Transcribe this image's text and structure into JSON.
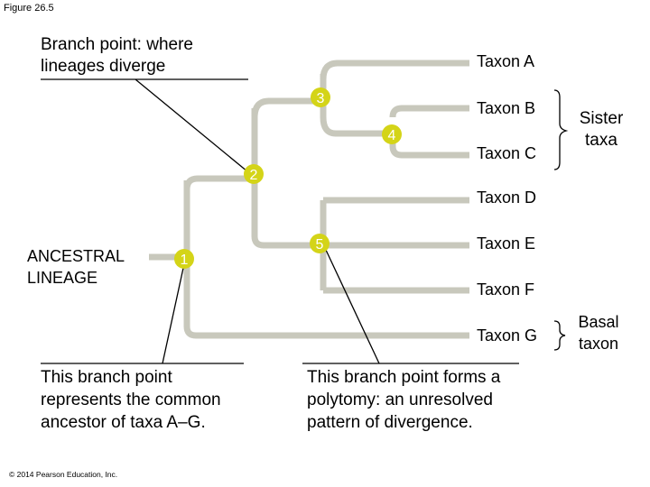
{
  "figure_label": "Figure 26.5",
  "callouts": {
    "branch_point": "Branch point: where lineages diverge",
    "common_ancestor": "This branch point represents the common ancestor of taxa A–G.",
    "polytomy": "This branch point forms a polytomy: an unresolved pattern of divergence."
  },
  "ancestral_lineage": "ANCESTRAL LINEAGE",
  "taxa": [
    "Taxon A",
    "Taxon B",
    "Taxon C",
    "Taxon D",
    "Taxon E",
    "Taxon F",
    "Taxon G"
  ],
  "node_labels": [
    "1",
    "2",
    "3",
    "4",
    "5"
  ],
  "brackets": {
    "sister": "Sister taxa",
    "basal": "Basal taxon"
  },
  "copyright": "© 2014 Pearson Education, Inc.",
  "colors": {
    "branch": "#c8c8bc",
    "node_fill": "#d4d418",
    "node_text": "#ffffff"
  }
}
